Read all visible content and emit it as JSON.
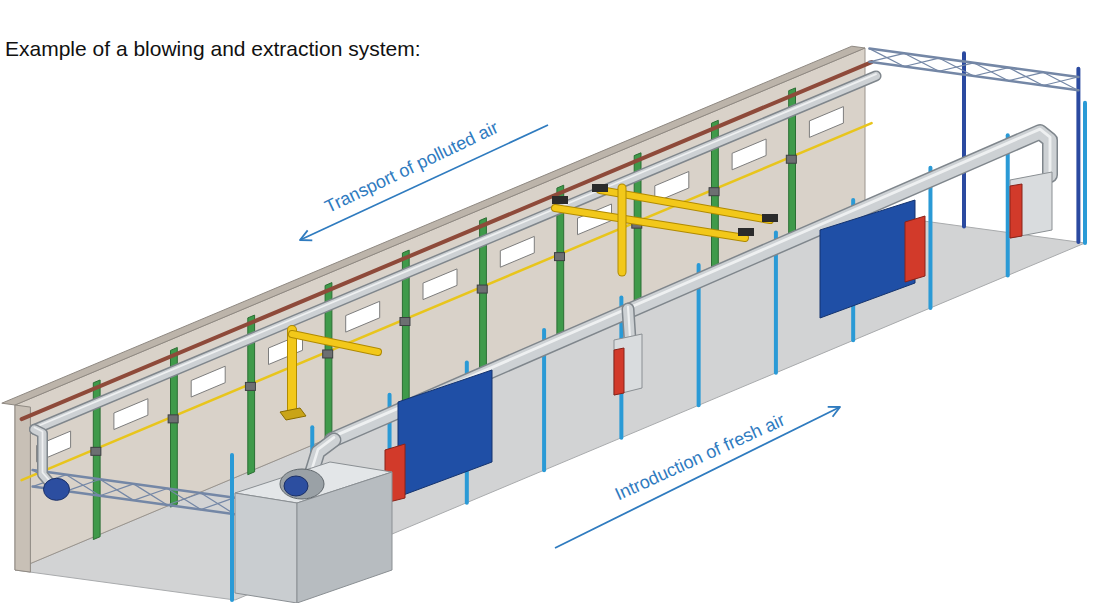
{
  "diagram": {
    "title": "Example of a blowing and extraction system:",
    "labels": [
      "Transport of polluted air",
      "Introduction of fresh air"
    ]
  }
}
